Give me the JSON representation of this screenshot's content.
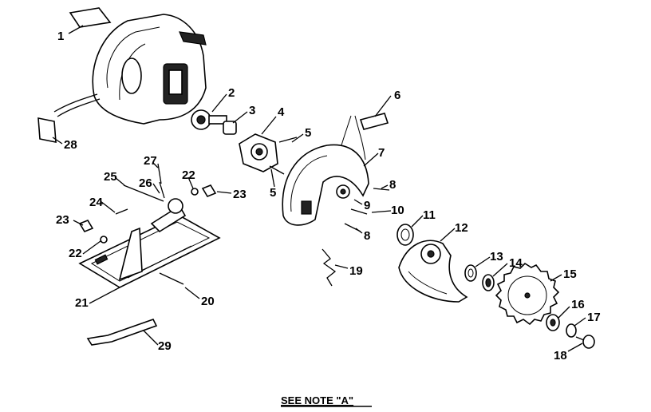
{
  "callouts": {
    "p1": "1",
    "p2": "2",
    "p3": "3",
    "p4": "4",
    "p5a": "5",
    "p5b": "5",
    "p6": "6",
    "p7": "7",
    "p8a": "8",
    "p8b": "8",
    "p9": "9",
    "p10": "10",
    "p11": "11",
    "p12": "12",
    "p13": "13",
    "p14": "14",
    "p15": "15",
    "p16": "16",
    "p17": "17",
    "p18": "18",
    "p19": "19",
    "p20": "20",
    "p21": "21",
    "p22a": "22",
    "p22b": "22",
    "p23a": "23",
    "p23b": "23",
    "p24": "24",
    "p25": "25",
    "p26": "26",
    "p27": "27",
    "p28": "28",
    "p29": "29"
  },
  "note": "SEE NOTE \"A\""
}
